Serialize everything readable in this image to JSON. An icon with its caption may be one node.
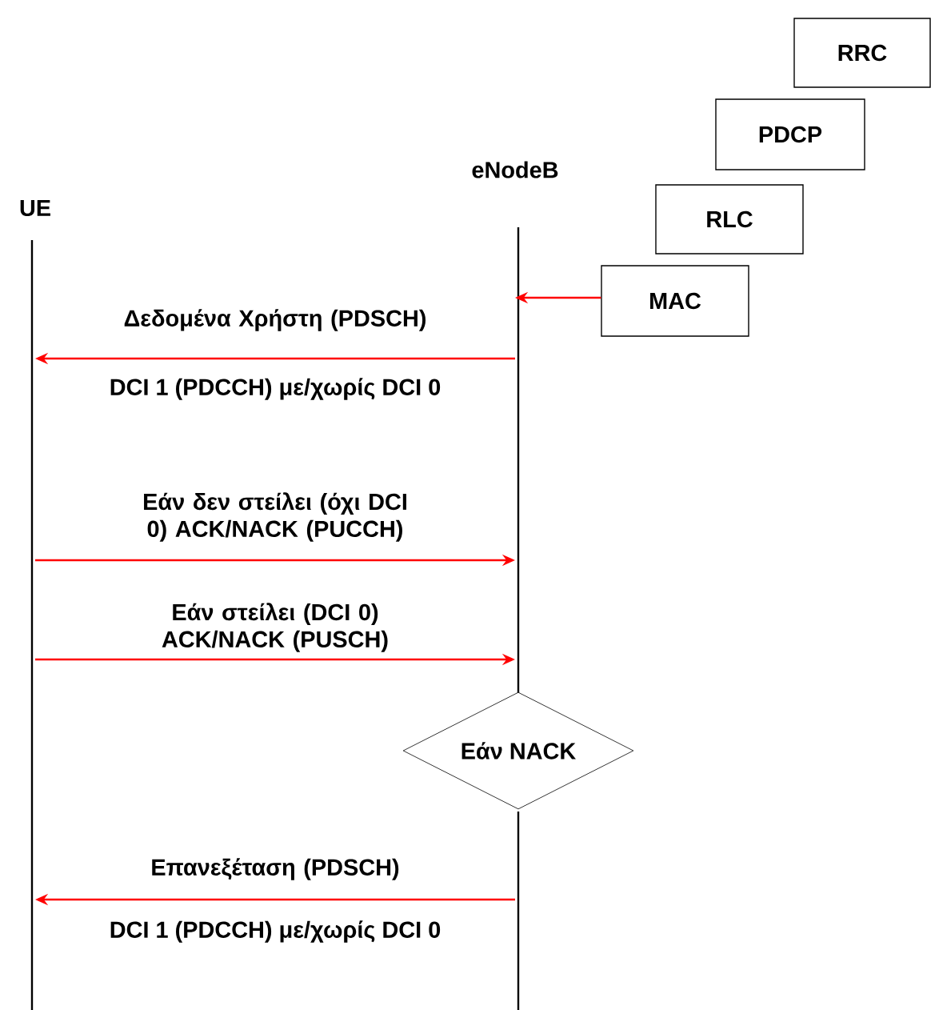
{
  "diagram": {
    "nodes": [
      {
        "text": [
          "UE"
        ]
      },
      {
        "text": [
          "eNodeB"
        ]
      },
      {
        "text": [
          "RRC"
        ]
      },
      {
        "text": [
          "PDCP"
        ]
      },
      {
        "text": [
          "RLC"
        ]
      },
      {
        "text": [
          "MAC"
        ]
      },
      {
        "text": [
          "Εάν NACK"
        ]
      }
    ],
    "edges": [
      {
        "from": 5,
        "to": 1,
        "arrow": "to",
        "color": "#ff0000"
      },
      {
        "from": 1,
        "to": 0,
        "arrow": "to",
        "label": "Δεδομένα Χρήστη (PDSCH)",
        "color": "#ff0000"
      },
      {
        "from": 0,
        "to": 1,
        "arrow": "to",
        "label": "Εάν δεν στείλει (όχι DCI 0) ACK/NACK (PUCCH)",
        "color": "#ff0000"
      },
      {
        "from": 0,
        "to": 1,
        "arrow": "to",
        "label": "Εάν στείλει (DCI 0) ACK/NACK (PUSCH)",
        "color": "#ff0000"
      },
      {
        "from": 1,
        "to": 0,
        "arrow": "to",
        "label": "Επανεξέταση (PDSCH)",
        "color": "#ff0000"
      }
    ],
    "labels": [
      "DCI 1 (PDCCH) με/χωρίς DCI 0",
      "DCI 1 (PDCCH) με/χωρίς DCI 0"
    ]
  }
}
